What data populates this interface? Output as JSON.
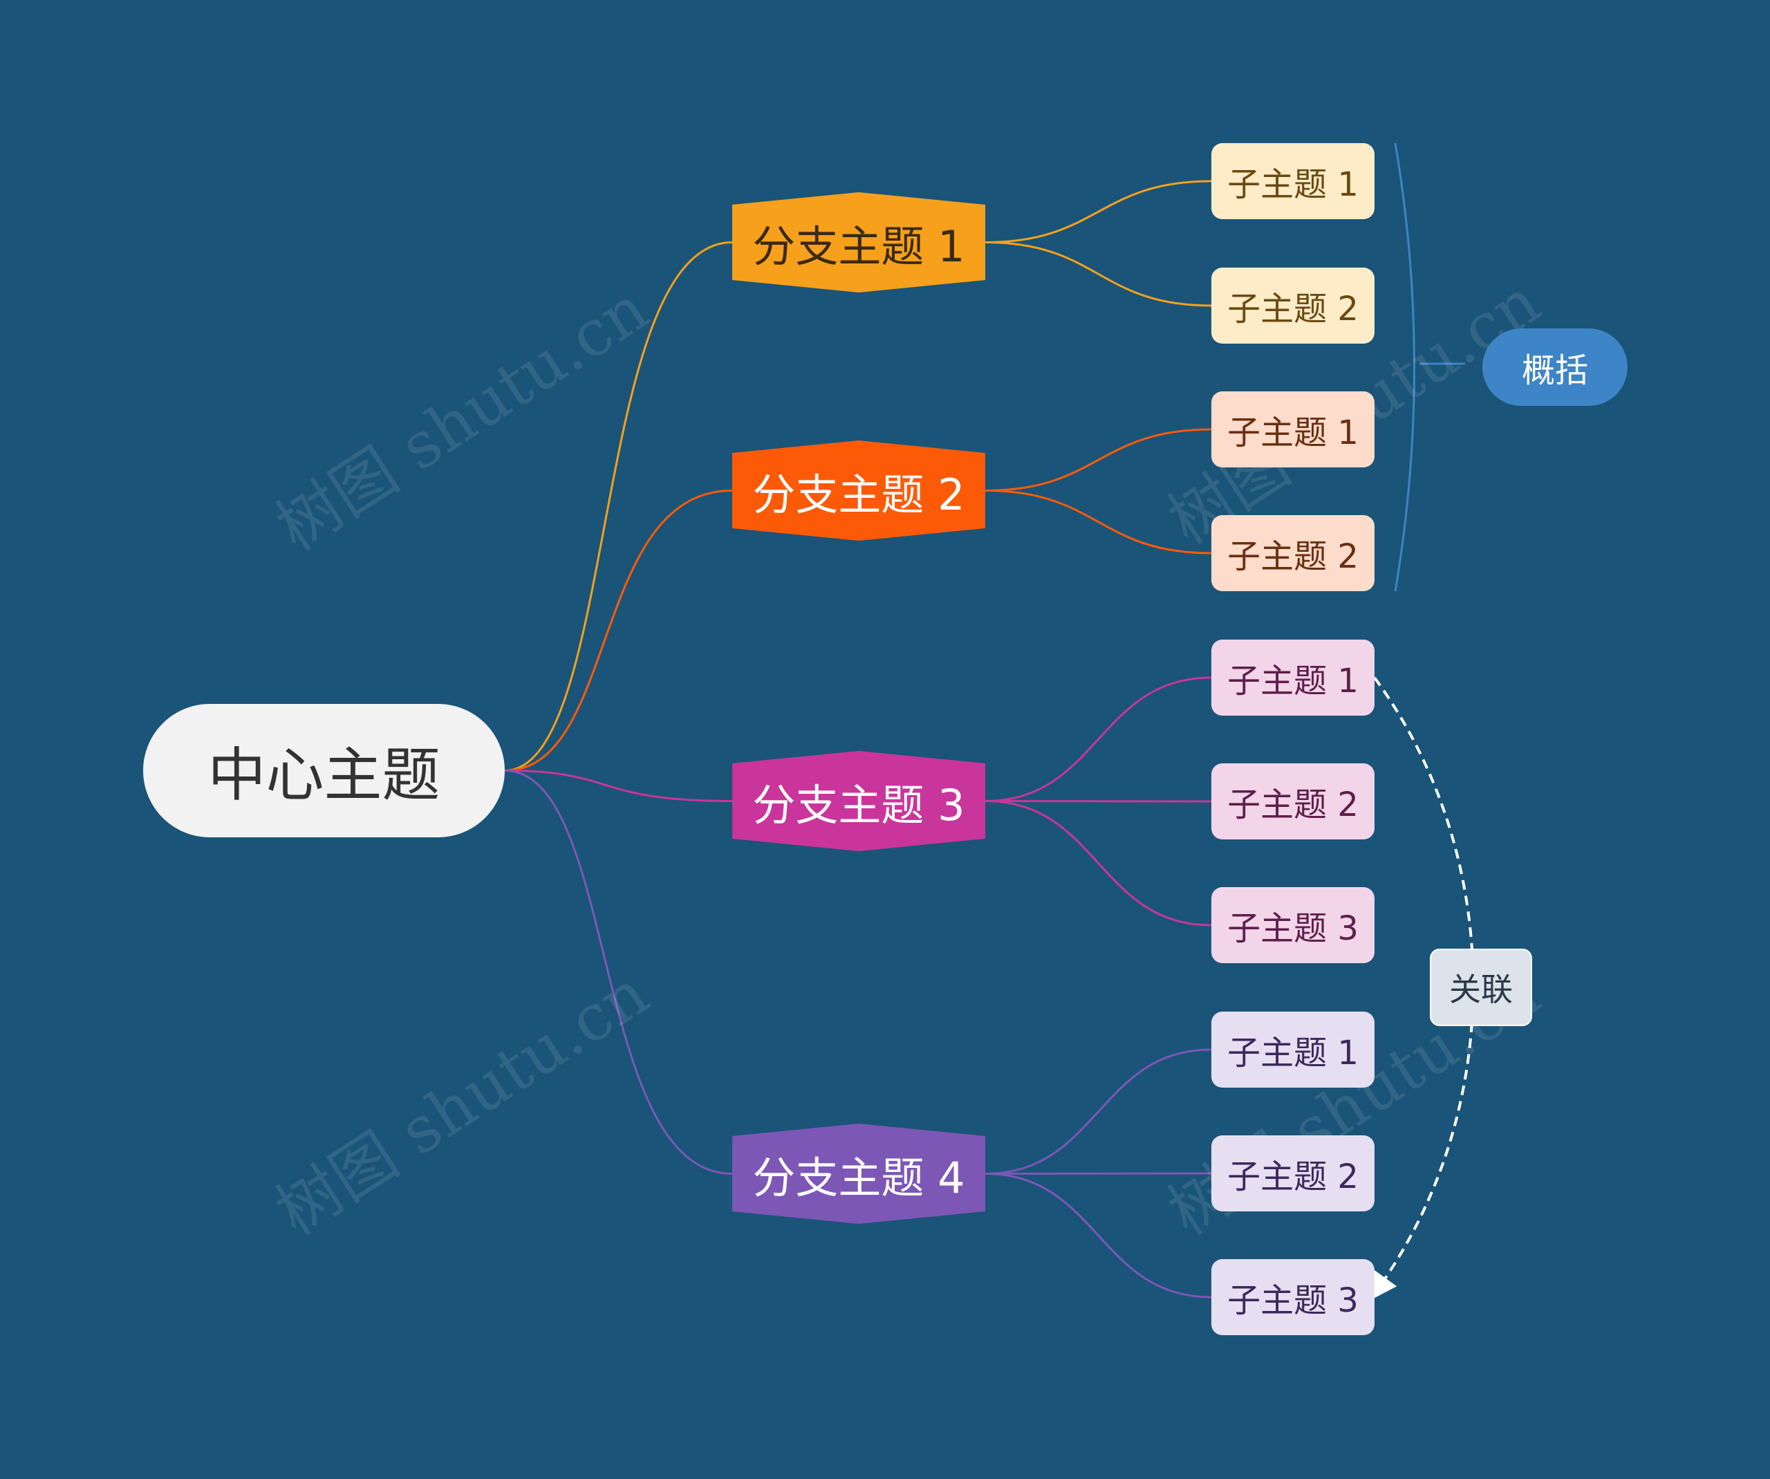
{
  "central": {
    "label": "中心主题"
  },
  "branches": [
    {
      "label": "分支主题 1",
      "color": "#f7a01c",
      "text_color": "#3a2a10",
      "subs": [
        {
          "label": "子主题 1"
        },
        {
          "label": "子主题 2"
        }
      ],
      "sub_bg": "#feecc9",
      "sub_text": "#6b4a12"
    },
    {
      "label": "分支主题 2",
      "color": "#fd5a08",
      "text_color": "#ffffff",
      "subs": [
        {
          "label": "子主题 1"
        },
        {
          "label": "子主题 2"
        }
      ],
      "sub_bg": "#fedccb",
      "sub_text": "#6b2f12"
    },
    {
      "label": "分支主题 3",
      "color": "#c9359b",
      "text_color": "#ffffff",
      "subs": [
        {
          "label": "子主题 1"
        },
        {
          "label": "子主题 2"
        },
        {
          "label": "子主题 3"
        }
      ],
      "sub_bg": "#f3d5ea",
      "sub_text": "#5e1f4a"
    },
    {
      "label": "分支主题 4",
      "color": "#7d57b6",
      "text_color": "#ffffff",
      "subs": [
        {
          "label": "子主题 1"
        },
        {
          "label": "子主题 2"
        },
        {
          "label": "子主题 3"
        }
      ],
      "sub_bg": "#e6dff2",
      "sub_text": "#3a2a5c"
    }
  ],
  "summary": {
    "label": "概括",
    "color": "#3d85c6"
  },
  "relation": {
    "label": "关联"
  },
  "watermark": {
    "text": "树图 shutu.cn"
  },
  "colors": {
    "background": "#1a5478",
    "summary_line": "#3d85c6",
    "relation_line": "#ffffff"
  }
}
